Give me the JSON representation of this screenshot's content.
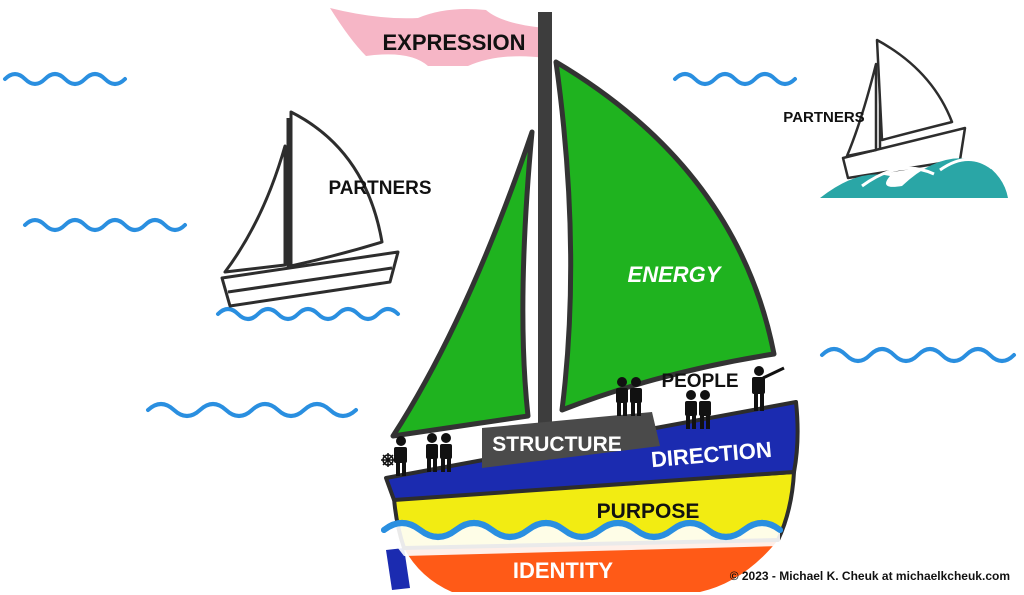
{
  "labels": {
    "expression": "EXPRESSION",
    "energy": "ENERGY",
    "people": "PEOPLE",
    "structure": "STRUCTURE",
    "direction": "DIRECTION",
    "purpose": "PURPOSE",
    "identity": "IDENTITY",
    "partners_left": "PARTNERS",
    "partners_right": "PARTNERS"
  },
  "copyright": "© 2023 - Michael K. Cheuk at michaelkcheuk.com",
  "colors": {
    "sail": "#1fb31f",
    "flag": "#f6b6c6",
    "mast": "#3d3d3d",
    "cabin": "#4a4a4a",
    "direction_band": "#1b2bb0",
    "purpose_band": "#f2ec12",
    "identity_band": "#ff5a17",
    "water": "#2a8fe0",
    "wave_right": "#2aa6a6",
    "outline": "#2d2d2d"
  }
}
